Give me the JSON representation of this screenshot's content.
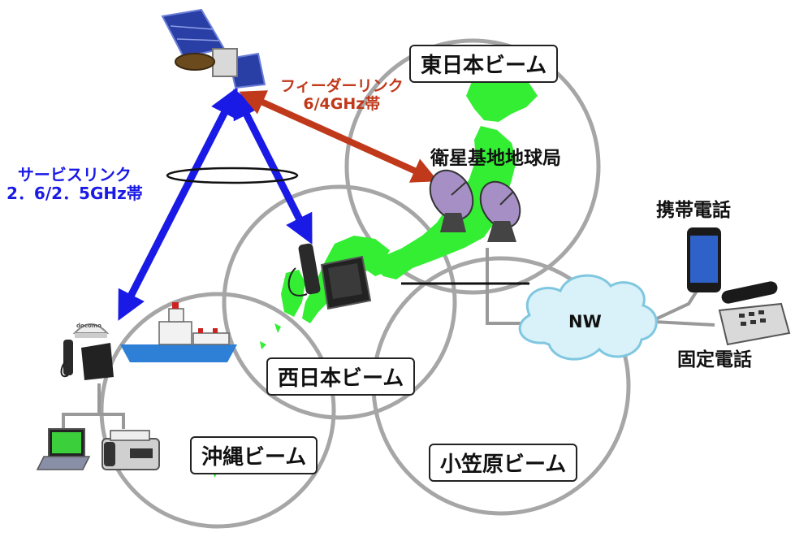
{
  "labels": {
    "feeder_link": {
      "line1": "フィーダーリンク",
      "line2": "6/4GHz帯"
    },
    "service_link": {
      "line1": "サービスリンク",
      "line2": "2．6/2．5GHz帯"
    },
    "ground_station": "衛星基地地球局",
    "mobile_phone": "携帯電話",
    "fixed_phone": "固定電話",
    "network": "NW",
    "terminal_brand": "docomo"
  },
  "beams": {
    "east": "東日本ビーム",
    "west": "西日本ビーム",
    "okinawa": "沖縄ビーム",
    "ogasawara": "小笠原ビーム"
  },
  "colors": {
    "feeder_arrow": "#c0391b",
    "service_arrow": "#1a1ae6",
    "beam_circle": "#a6a6a6",
    "japan_land": "#33ee33",
    "cloud": "#d9f1f8",
    "ship_hull": "#2e7fd6"
  }
}
